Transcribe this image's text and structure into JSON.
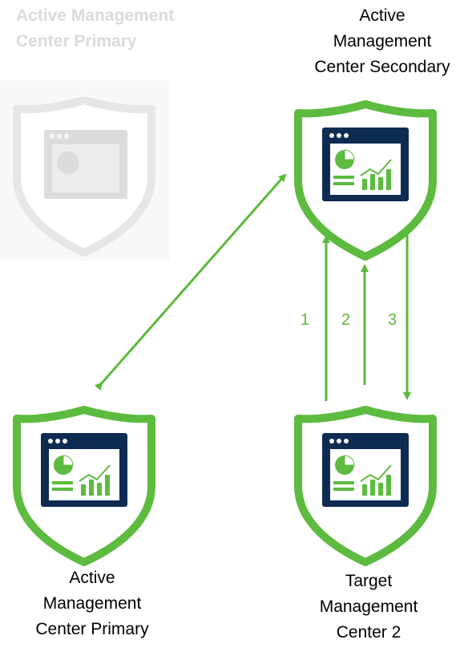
{
  "nodes": {
    "ghost_primary": {
      "label": "Active Management\nCenter Primary",
      "accent": "#e0e0e0",
      "icon": "management-center-shield-icon"
    },
    "secondary": {
      "label": "Active\nManagement\nCenter Secondary",
      "accent": "#5dbb3f",
      "icon": "management-center-shield-icon"
    },
    "primary": {
      "label": "Active\nManagement\nCenter Primary",
      "accent": "#5dbb3f",
      "icon": "management-center-shield-icon"
    },
    "target": {
      "label": "Target\nManagement\nCenter 2",
      "accent": "#5dbb3f",
      "icon": "management-center-shield-icon"
    }
  },
  "steps": [
    "1",
    "2",
    "3"
  ],
  "colors": {
    "arrow": "#5aba3a",
    "screen": "#0e2b52",
    "chart_green": "#5dbb3f"
  }
}
